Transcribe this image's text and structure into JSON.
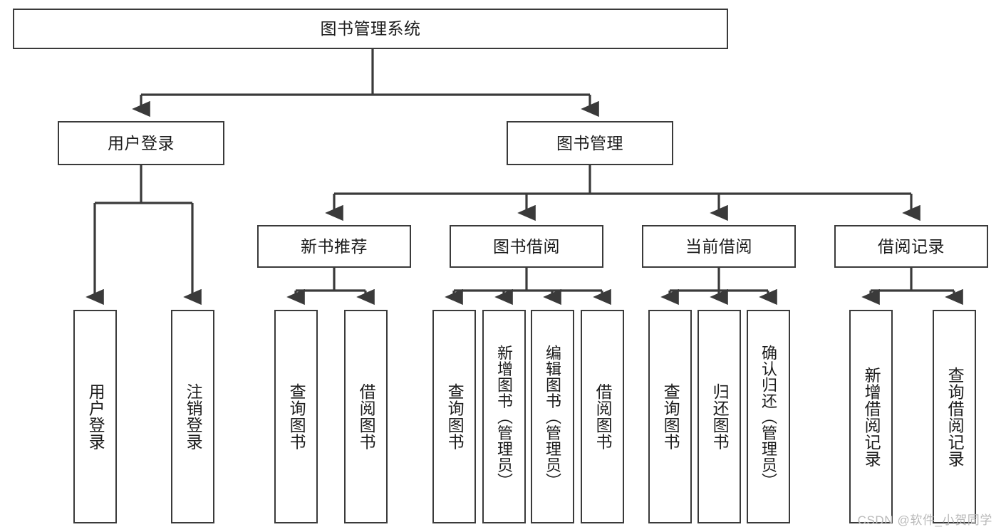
{
  "diagram": {
    "title": "图书管理系统",
    "type": "功能结构图",
    "line_color": "#3a3a3a",
    "text_color": "#1c1c1c",
    "background": "#ffffff"
  },
  "nodes": {
    "root": {
      "label": "图书管理系统"
    },
    "level1": [
      {
        "label": "用户登录"
      },
      {
        "label": "图书管理"
      }
    ],
    "level2": [
      {
        "label": "新书推荐"
      },
      {
        "label": "图书借阅"
      },
      {
        "label": "当前借阅"
      },
      {
        "label": "借阅记录"
      }
    ],
    "leaves": {
      "user_login": [
        {
          "label": "用户登录"
        },
        {
          "label": "注销登录"
        }
      ],
      "new_book_recommend": [
        {
          "label": "查询图书"
        },
        {
          "label": "借阅图书"
        }
      ],
      "book_borrow": [
        {
          "label": "查询图书"
        },
        {
          "label": "新增图书（管理员）"
        },
        {
          "label": "编辑图书（管理员）"
        },
        {
          "label": "借阅图书"
        }
      ],
      "current_borrow": [
        {
          "label": "查询图书"
        },
        {
          "label": "归还图书"
        },
        {
          "label": "确认归还（管理员）"
        }
      ],
      "borrow_record": [
        {
          "label": "新增借阅记录"
        },
        {
          "label": "查询借阅记录"
        }
      ]
    }
  },
  "watermark": {
    "text": "CSDN @软件_小贺同学"
  }
}
